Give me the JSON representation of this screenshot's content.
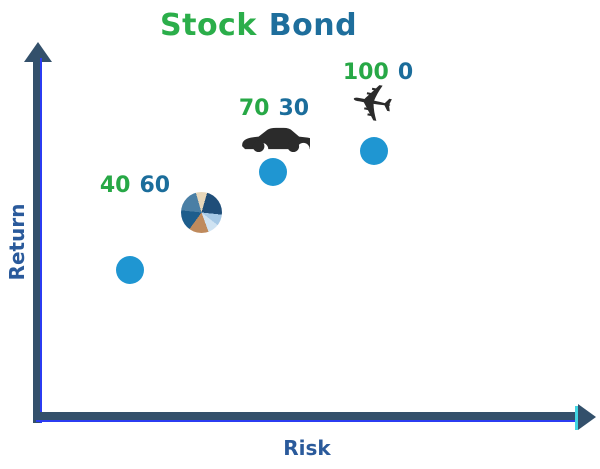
{
  "title": {
    "part1": "Stock",
    "part2": "Bond"
  },
  "axis": {
    "x_label": "Risk",
    "y_label": "Return"
  },
  "icons": {
    "plane_glyph": "✈",
    "point_icons": [
      "pie-chart",
      "car",
      "airplane"
    ]
  },
  "colors": {
    "stock_green": "#2bae4a",
    "bond_blue": "#1e6e9c",
    "marker_blue": "#1f96d2",
    "axis_slate": "#33506b",
    "axis_accent_blue": "#2b3cf2",
    "axis_accent_cyan": "#41d6e2",
    "axis_label_blue": "#2a5a9b",
    "icon_dark": "#2b2b2b"
  },
  "chart_data": {
    "type": "scatter",
    "title": "Stock Bond",
    "xlabel": "Risk",
    "ylabel": "Return",
    "x_range": [
      0,
      1
    ],
    "y_range": [
      0,
      1
    ],
    "x_ticks": [],
    "y_ticks": [],
    "grid": false,
    "legend_position": "top-center-title",
    "points": [
      {
        "stock": 40,
        "bond": 60,
        "icon": "pie-chart",
        "risk": 0.17,
        "return": 0.4
      },
      {
        "stock": 70,
        "bond": 30,
        "icon": "car",
        "risk": 0.44,
        "return": 0.66
      },
      {
        "stock": 100,
        "bond": 0,
        "icon": "airplane",
        "risk": 0.62,
        "return": 0.72
      }
    ]
  }
}
